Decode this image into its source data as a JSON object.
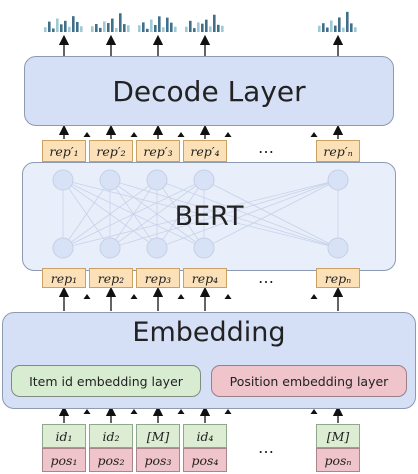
{
  "decode_layer": {
    "label": "Decode Layer"
  },
  "bert": {
    "label": "BERT"
  },
  "embedding": {
    "label": "Embedding",
    "item_layer": "Item id embedding layer",
    "position_layer": "Position embedding layer"
  },
  "columns": [
    {
      "rep_out": "rep′₁",
      "rep_in": "rep₁",
      "id": "id₁",
      "pos": "pos₁"
    },
    {
      "rep_out": "rep′₂",
      "rep_in": "rep₂",
      "id": "id₂",
      "pos": "pos₂"
    },
    {
      "rep_out": "rep′₃",
      "rep_in": "rep₃",
      "id": "[M]",
      "pos": "pos₃"
    },
    {
      "rep_out": "rep′₄",
      "rep_in": "rep₄",
      "id": "id₄",
      "pos": "pos₄"
    },
    {
      "rep_out": "rep′ₙ",
      "rep_in": "repₙ",
      "id": "[M]",
      "pos": "posₙ"
    }
  ],
  "ellipsis": "…",
  "colors": {
    "layer_fill": "#d5e0f6",
    "rep_fill": "#fbe0b8",
    "item_fill": "#dcedd3",
    "position_fill": "#efc4cb",
    "histogram_bar": "#3f6f8a",
    "histogram_bar_light": "#9ec9d6"
  },
  "icons": [
    "arrow-up-icon",
    "histogram-icon",
    "neuron-icon"
  ]
}
